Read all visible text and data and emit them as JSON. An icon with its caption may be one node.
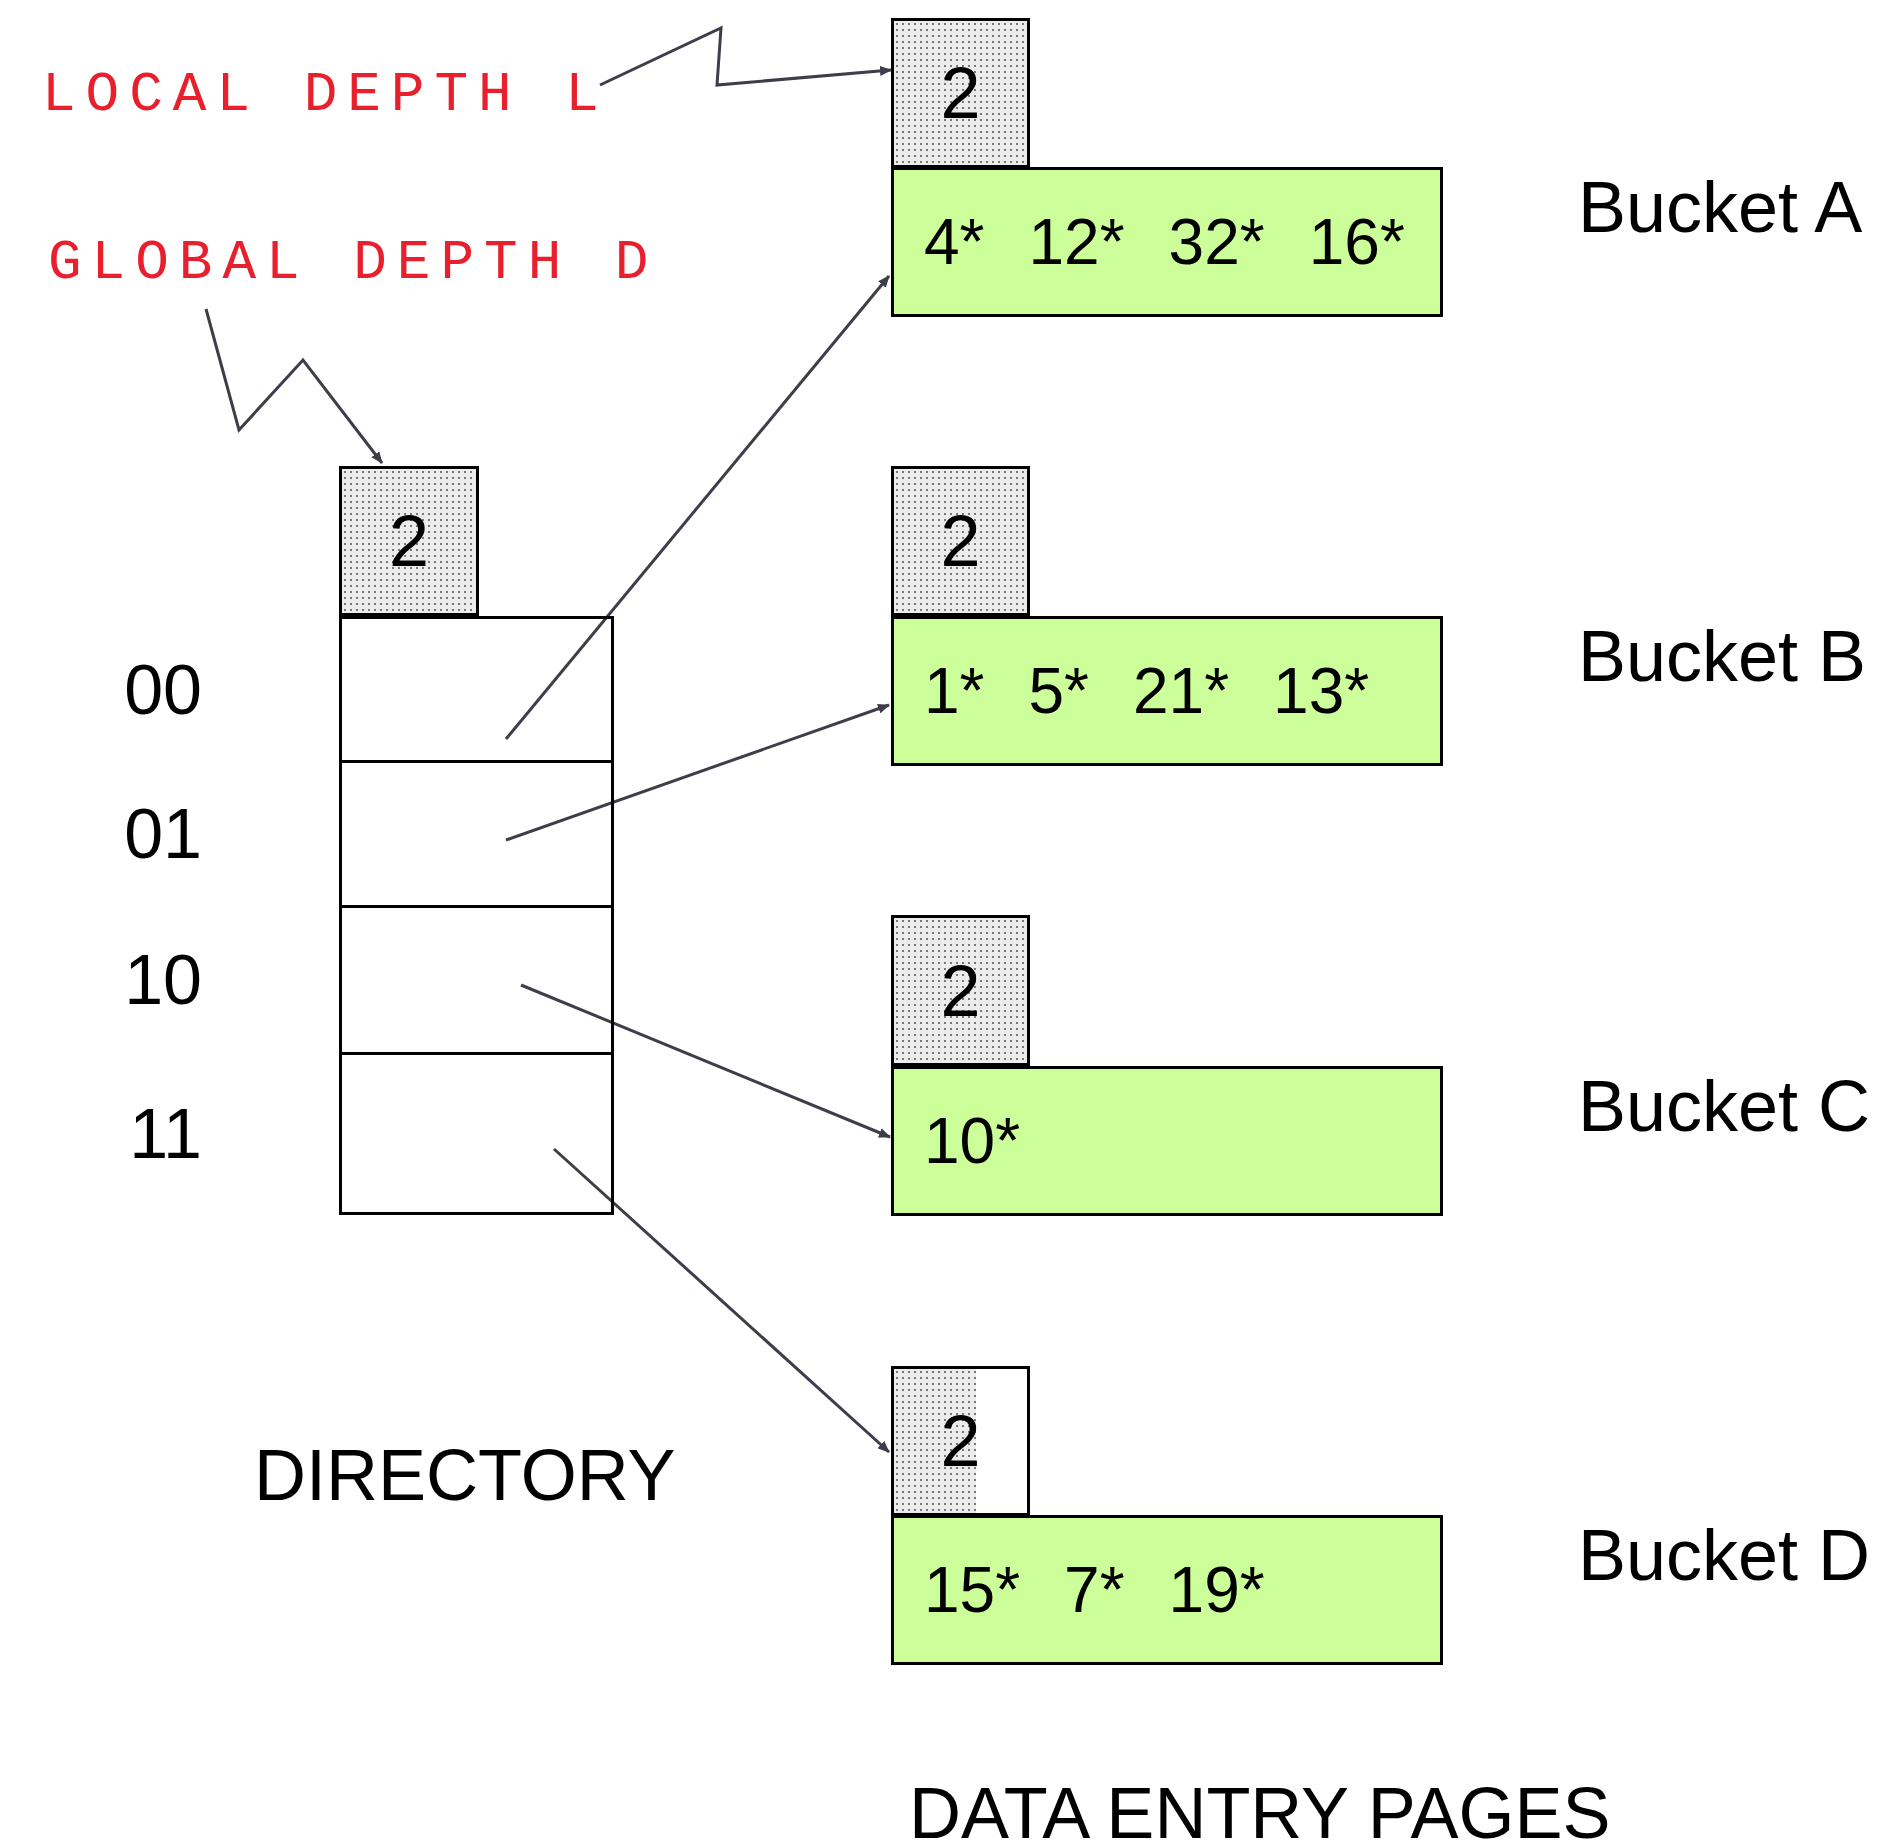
{
  "diagram": {
    "nodes": [
      {
        "text": [
          "LOCAL DEPTH L"
        ]
      },
      {
        "text": [
          "GLOBAL DEPTH D"
        ]
      },
      {
        "text": [
          "2"
        ]
      },
      {
        "text": [],
        "shape": "box",
        "beside": [
          "00"
        ]
      },
      {
        "text": [],
        "shape": "box",
        "beside": [
          "01"
        ]
      },
      {
        "text": [],
        "shape": "box",
        "beside": [
          "10"
        ]
      },
      {
        "text": [],
        "shape": "box",
        "beside": [
          "11"
        ]
      },
      {
        "text": [
          "2"
        ]
      },
      {
        "text": [
          "4*",
          "12*",
          "32*",
          "16*"
        ],
        "beside": [
          "Bucket A"
        ]
      },
      {
        "text": [
          "2"
        ]
      },
      {
        "text": [
          "1*",
          "5*",
          "21*",
          "13*"
        ],
        "beside": [
          "Bucket B"
        ]
      },
      {
        "text": [
          "2"
        ]
      },
      {
        "text": [
          "10*"
        ],
        "beside": [
          "Bucket C"
        ]
      },
      {
        "text": [
          "2"
        ]
      },
      {
        "text": [
          "15*",
          "7*",
          "19*"
        ],
        "beside": [
          "Bucket D"
        ]
      }
    ],
    "edges": [
      {
        "from": 0,
        "to": 7,
        "arrow": "to"
      },
      {
        "from": 1,
        "to": 2,
        "arrow": "to"
      },
      {
        "from": 3,
        "to": 8,
        "arrow": "to"
      },
      {
        "from": 4,
        "to": 10,
        "arrow": "to"
      },
      {
        "from": 5,
        "to": 12,
        "arrow": "to"
      },
      {
        "from": 6,
        "to": 13,
        "arrow": "to"
      }
    ],
    "labels": [
      "DIRECTORY",
      "DATA ENTRY PAGES"
    ]
  }
}
